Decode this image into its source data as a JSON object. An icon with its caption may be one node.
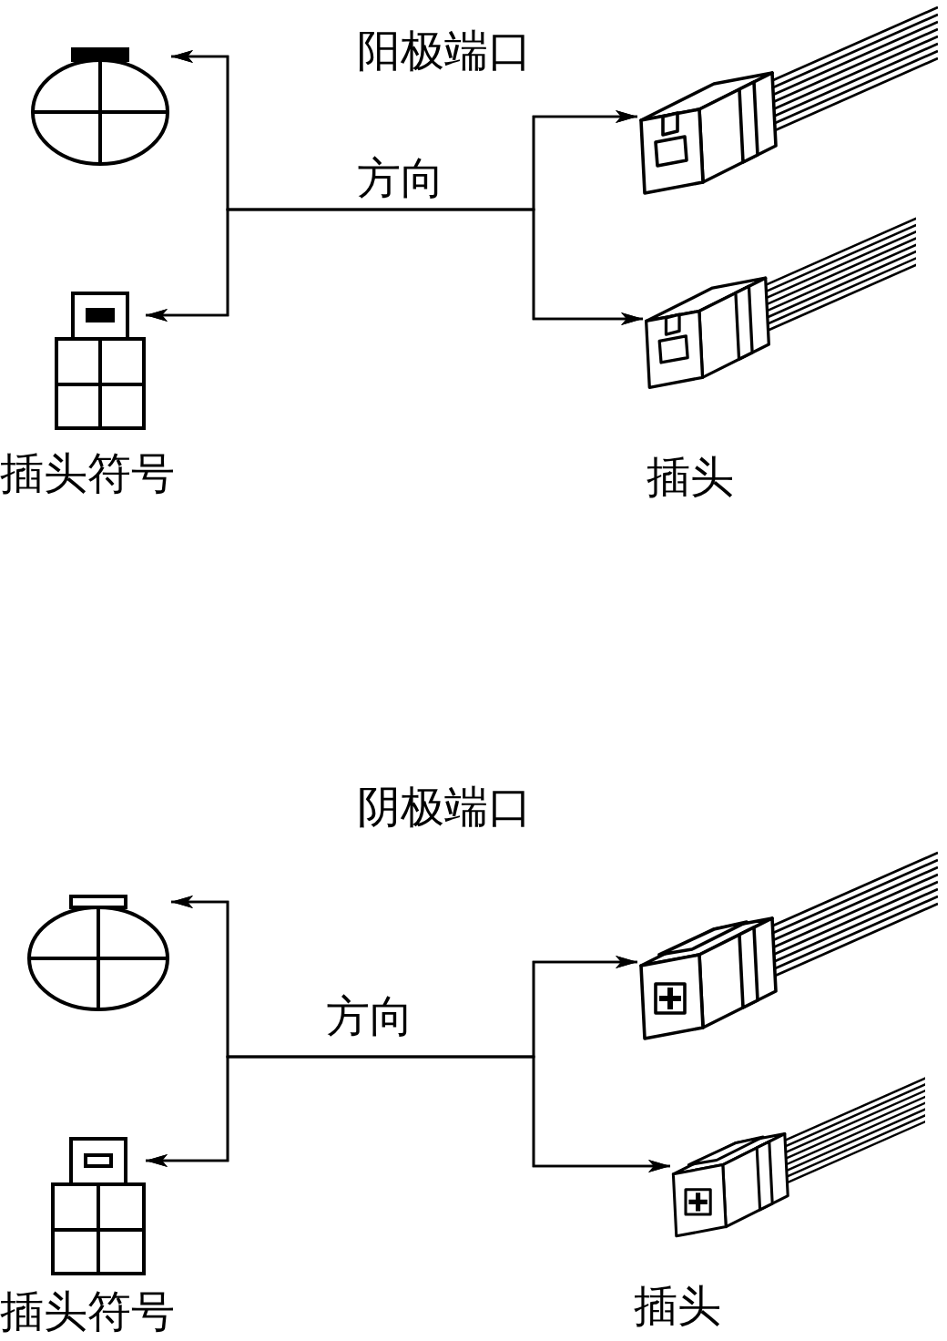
{
  "diagram": {
    "nodes": [
      {
        "text": [],
        "shape": "circle"
      },
      {
        "text": [],
        "shape": "box",
        "beside": [
          "插头符号"
        ]
      },
      {
        "text": [],
        "shape": "picture"
      },
      {
        "text": [],
        "shape": "picture",
        "beside": [
          "插头"
        ]
      },
      {
        "text": [],
        "shape": "circle"
      },
      {
        "text": [],
        "shape": "box",
        "beside": [
          "插头符号"
        ]
      },
      {
        "text": [],
        "shape": "picture"
      },
      {
        "text": [],
        "shape": "picture",
        "beside": [
          "插头"
        ]
      }
    ],
    "edges": [
      {
        "from": 2,
        "to": 0,
        "arrow": "both",
        "label": "方向"
      },
      {
        "from": 2,
        "to": 1,
        "arrow": "both"
      },
      {
        "from": 3,
        "to": 0,
        "arrow": "both"
      },
      {
        "from": 3,
        "to": 1,
        "arrow": "both"
      },
      {
        "from": 6,
        "to": 4,
        "arrow": "both",
        "label": "方向"
      },
      {
        "from": 6,
        "to": 5,
        "arrow": "both"
      },
      {
        "from": 7,
        "to": 4,
        "arrow": "both"
      },
      {
        "from": 7,
        "to": 5,
        "arrow": "both"
      }
    ],
    "labels": [
      "阳极端口",
      "阴极端口"
    ]
  }
}
